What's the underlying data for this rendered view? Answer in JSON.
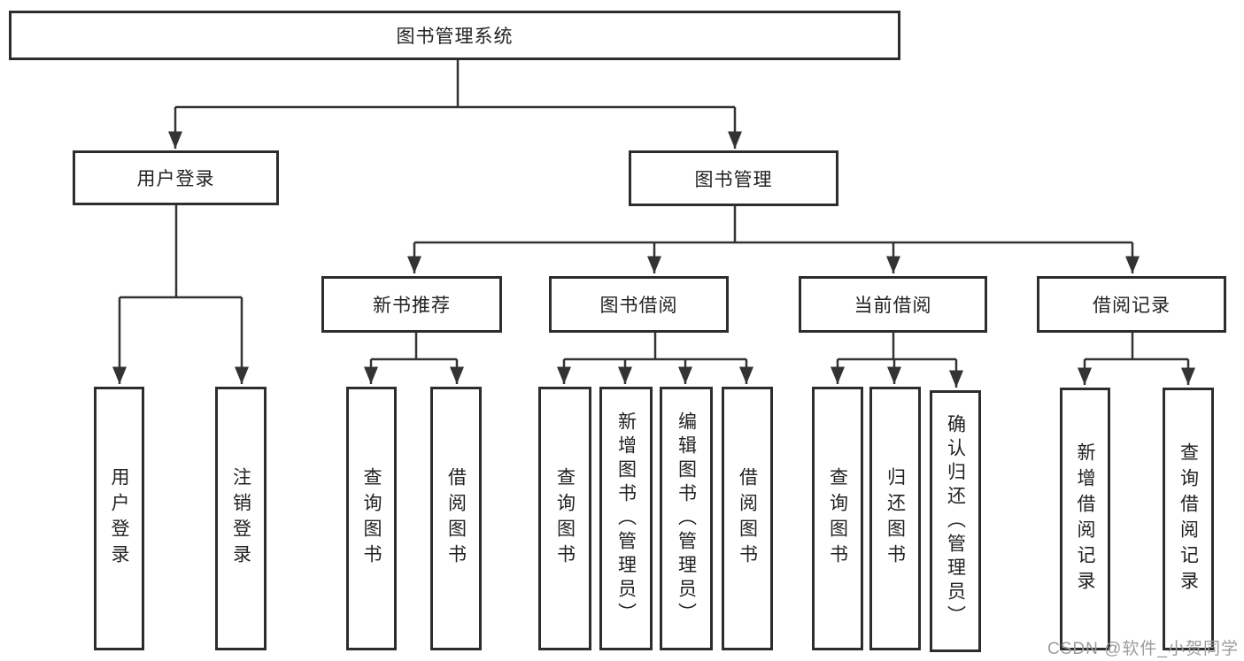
{
  "tree": {
    "root": {
      "label": "图书管理系统"
    },
    "branches": [
      {
        "label": "用户登录",
        "children": [
          {
            "label": "用户登录"
          },
          {
            "label": "注销登录"
          }
        ]
      },
      {
        "label": "图书管理",
        "groups": [
          {
            "label": "新书推荐",
            "children": [
              {
                "label": "查询图书"
              },
              {
                "label": "借阅图书"
              }
            ]
          },
          {
            "label": "图书借阅",
            "children": [
              {
                "label": "查询图书"
              },
              {
                "label": "新增图书（管理员）"
              },
              {
                "label": "编辑图书（管理员）"
              },
              {
                "label": "借阅图书"
              }
            ]
          },
          {
            "label": "当前借阅",
            "children": [
              {
                "label": "查询图书"
              },
              {
                "label": "归还图书"
              },
              {
                "label": "确认归还（管理员）"
              }
            ]
          },
          {
            "label": "借阅记录",
            "children": [
              {
                "label": "新增借阅记录"
              },
              {
                "label": "查询借阅记录"
              }
            ]
          }
        ]
      }
    ]
  },
  "watermark": {
    "text": "CSDN @软件_小贺同学"
  },
  "colors": {
    "line": "#333333",
    "node_border": "#2d2d2d",
    "text": "#222222",
    "watermark": "#9c9c9c",
    "background": "#ffffff"
  }
}
